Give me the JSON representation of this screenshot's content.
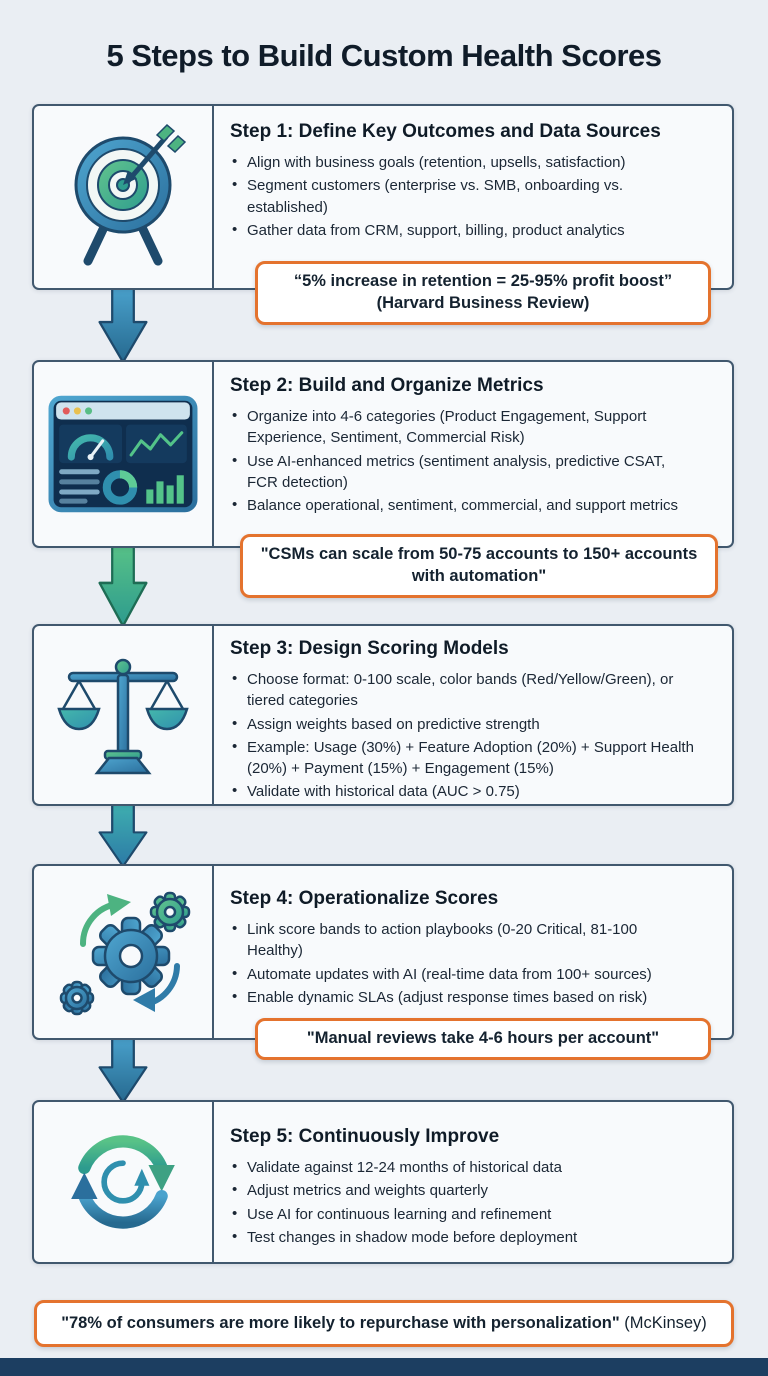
{
  "page": {
    "title": "5 Steps to Build Custom Health Scores"
  },
  "steps": [
    {
      "icon": "target-icon",
      "title": "Step 1: Define Key Outcomes and Data Sources",
      "bullets": [
        "Align with business goals (retention, upsells, satisfaction)",
        "Segment customers (enterprise vs. SMB, onboarding vs. established)",
        "Gather data from CRM, support, billing, product analytics"
      ],
      "callout": {
        "text": "“5% increase in retention = 25-95% profit boost”",
        "source": "(Harvard Business Review)"
      }
    },
    {
      "icon": "dashboard-icon",
      "title": "Step 2: Build and Organize Metrics",
      "bullets": [
        "Organize into 4-6 categories (Product Engagement, Support Experience, Sentiment, Commercial Risk)",
        "Use AI-enhanced metrics (sentiment analysis, predictive CSAT, FCR detection)",
        "Balance operational, sentiment, commercial, and support metrics"
      ],
      "callout": {
        "text": "\"CSMs can scale from 50-75 accounts to 150+ accounts with automation\""
      }
    },
    {
      "icon": "scale-icon",
      "title": "Step 3: Design Scoring Models",
      "bullets": [
        "Choose format: 0-100 scale, color bands (Red/Yellow/Green), or tiered categories",
        "Assign weights based on predictive strength",
        "Example: Usage (30%) + Feature Adoption (20%) + Support Health (20%) + Payment (15%) + Engagement (15%)",
        "Validate with historical data (AUC > 0.75)"
      ]
    },
    {
      "icon": "gears-icon",
      "title": "Step 4: Operationalize Scores",
      "bullets": [
        "Link score bands to action playbooks (0-20 Critical, 81-100 Healthy)",
        "Automate updates with AI (real-time data from 100+ sources)",
        "Enable dynamic SLAs (adjust response times based on risk)"
      ],
      "callout": {
        "text": "\"Manual reviews take 4-6 hours per account\""
      }
    },
    {
      "icon": "cycle-icon",
      "title": "Step 5: Continuously Improve",
      "bullets": [
        "Validate against 12-24 months of historical data",
        "Adjust metrics and weights quarterly",
        "Use AI for continuous learning and refinement",
        "Test changes in shadow mode before deployment"
      ]
    }
  ],
  "footer": {
    "quote": "\"78% of consumers are more likely to repurchase with personalization\"",
    "source": "(McKinsey)"
  },
  "colors": {
    "accent_orange": "#E4732E",
    "card_border": "#41586E",
    "arrow_blue": "#2A74A3",
    "arrow_green": "#2F9A8C",
    "footer_bar": "#1C3E61"
  }
}
